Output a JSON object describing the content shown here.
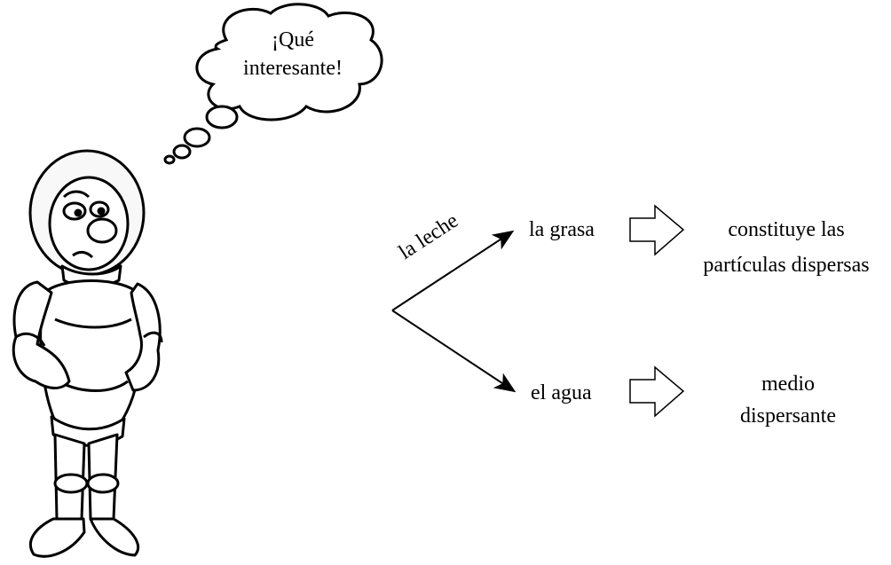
{
  "thought": {
    "line1": "¡Qué",
    "line2": "interesante!"
  },
  "diagram": {
    "root_label": "la leche",
    "branches": [
      {
        "component": "la grasa",
        "result_line1": "constituye las",
        "result_line2": "partículas dispersas"
      },
      {
        "component": "el agua",
        "result_line1": "medio",
        "result_line2": "dispersante"
      }
    ]
  },
  "colors": {
    "ink": "#000000",
    "background": "#ffffff"
  },
  "icons": [
    "astronaut-cartoon-icon",
    "thought-cloud-icon",
    "arrow-icon",
    "block-arrow-icon"
  ]
}
